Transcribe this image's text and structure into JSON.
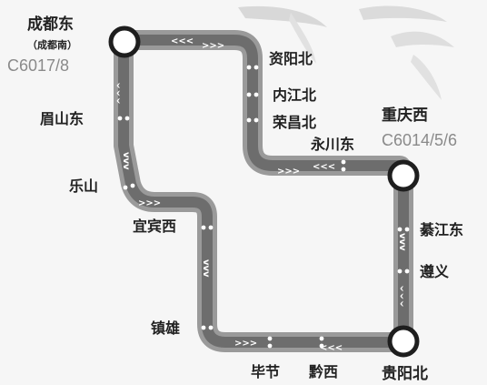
{
  "map": {
    "colors": {
      "track_outer": "#9a9a9a",
      "track_inner": "#6d6d6d",
      "hub_ring": "#1e1e1e",
      "hub_fill": "#ffffff",
      "stop_dot": "#ffffff",
      "label_text": "#222222",
      "train_text": "#8a8a8a"
    },
    "hubs": {
      "chengdu_east": {
        "name": "成都东",
        "sub": "（成都南）",
        "trains": "C6017/8"
      },
      "chongqing_west": {
        "name": "重庆西",
        "trains": "C6014/5/6"
      },
      "guiyang_north": {
        "name": "贵阳北"
      }
    },
    "stations": {
      "ziyang_north": "资阳北",
      "neijiang_north": "内江北",
      "rongchang_north": "荣昌北",
      "yongchuan_east": "永川东",
      "qijiang_east": "綦江东",
      "zunyi": "遵义",
      "qianxi": "黔西",
      "bijie": "毕节",
      "zhenxiong": "镇雄",
      "yibin_west": "宜宾西",
      "leshan": "乐山",
      "meishan_east": "眉山东"
    },
    "direction_marks": {
      "left": "<<<",
      "right": ">>>",
      "up": "^^^",
      "down": "vvv"
    }
  }
}
